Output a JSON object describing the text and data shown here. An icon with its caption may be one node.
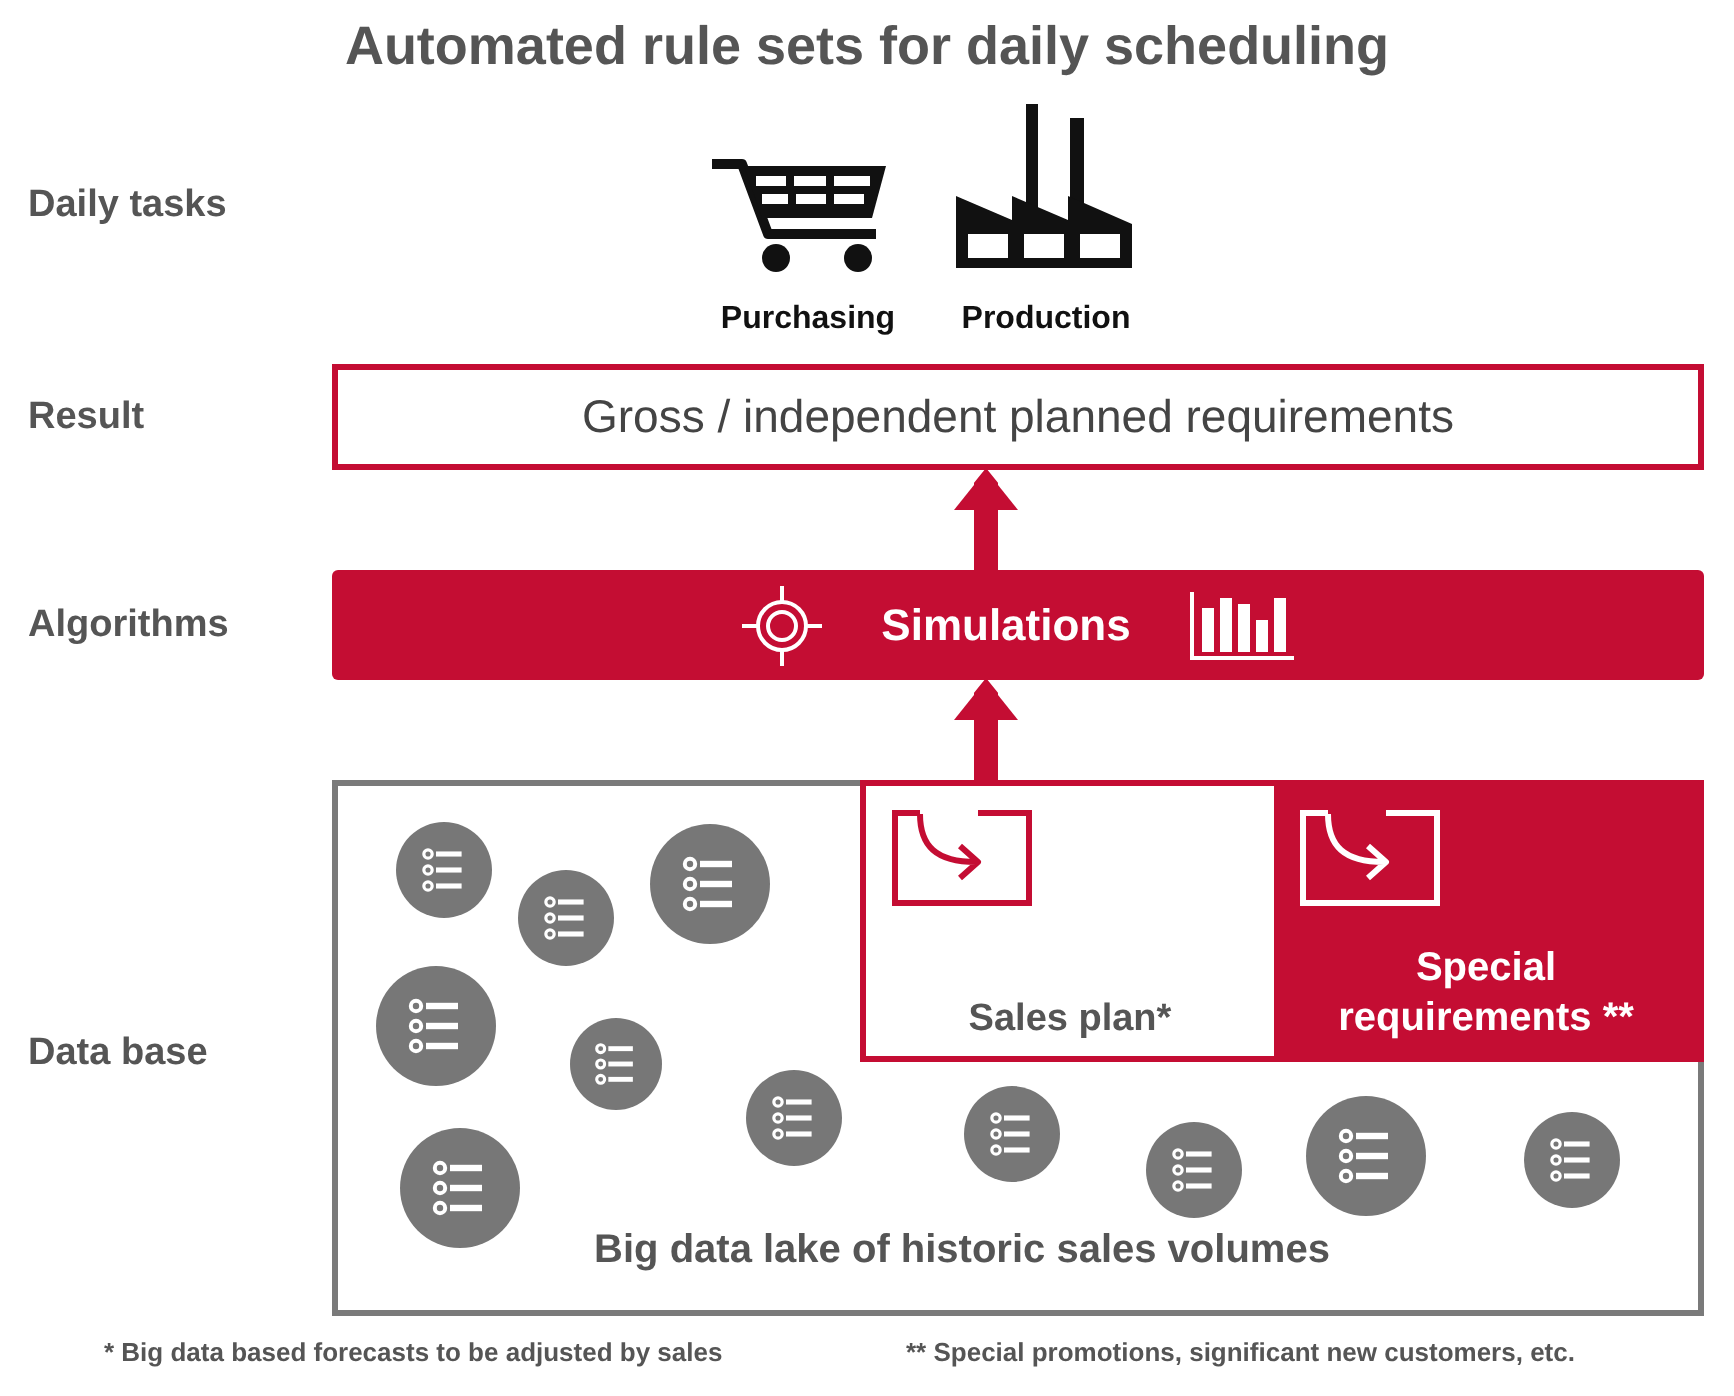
{
  "diagram": {
    "title": "Automated rule sets for daily scheduling",
    "nodes": [
      {
        "text": [
          "Gross / independent planned requirements"
        ]
      },
      {
        "text": [
          "Simulations"
        ]
      },
      {
        "text": [
          "Big data lake of historic sales volumes"
        ]
      },
      {
        "text": [],
        "shape": "box",
        "in": 2
      },
      {
        "text": [
          "Sales plan*"
        ],
        "in": 3
      },
      {
        "text": [
          "Special requirements **"
        ],
        "in": 3
      }
    ],
    "edges": [
      {
        "from": 3,
        "to": 1,
        "arrow": "to"
      },
      {
        "from": 1,
        "to": 0,
        "arrow": "to"
      }
    ],
    "labels": [
      "Daily tasks",
      "Purchasing",
      "Production",
      "Result",
      "Algorithms",
      "Data base",
      "* Big data based forecasts to be adjusted by sales",
      "** Special promotions, significant new customers, etc."
    ]
  }
}
